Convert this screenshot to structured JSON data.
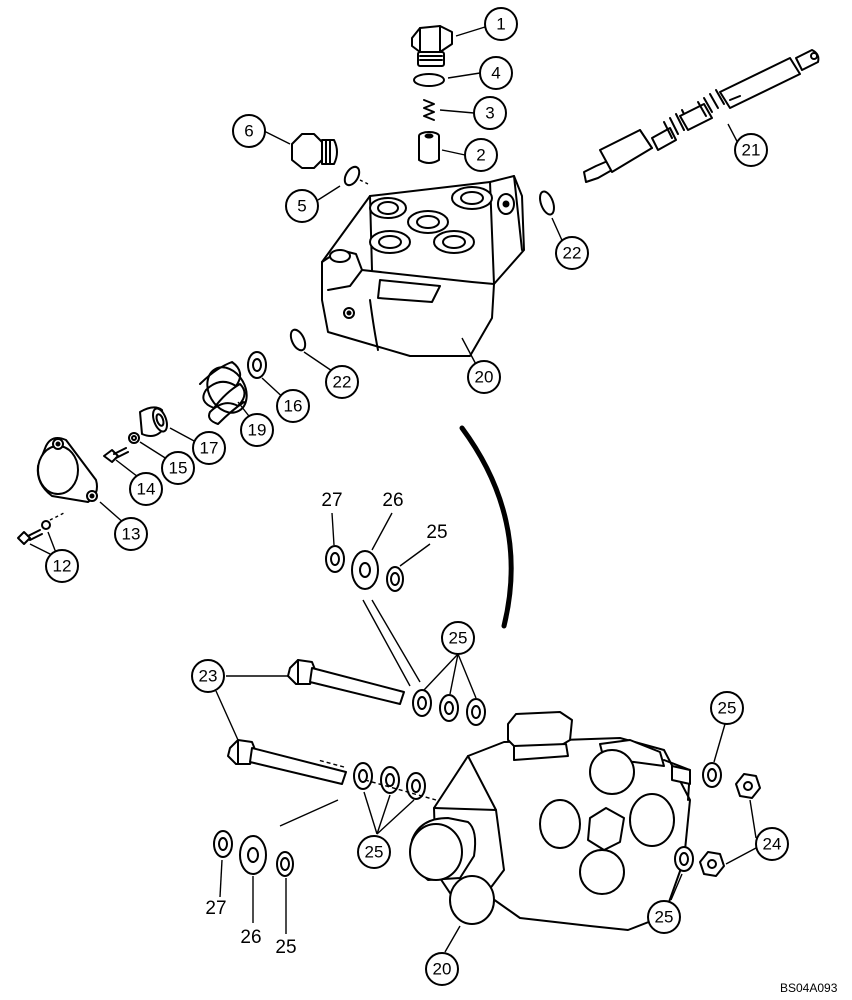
{
  "drawing_code": "BS04A093",
  "callouts": {
    "c1": "1",
    "c4": "4",
    "c3": "3",
    "c6": "6",
    "c2": "2",
    "c5": "5",
    "c21": "21",
    "c22a": "22",
    "c22b": "22",
    "c20a": "20",
    "c16": "16",
    "c19": "19",
    "c17": "17",
    "c15": "15",
    "c14": "14",
    "c13": "13",
    "c12": "12",
    "c23": "23",
    "c25a": "25",
    "c25b": "25",
    "c25c": "25",
    "c24": "24",
    "c25d": "25",
    "c20b": "20"
  },
  "plain_labels": {
    "l27a": "27",
    "l26a": "26",
    "l25a": "25",
    "l27b": "27",
    "l26b": "26",
    "l25b": "25"
  }
}
